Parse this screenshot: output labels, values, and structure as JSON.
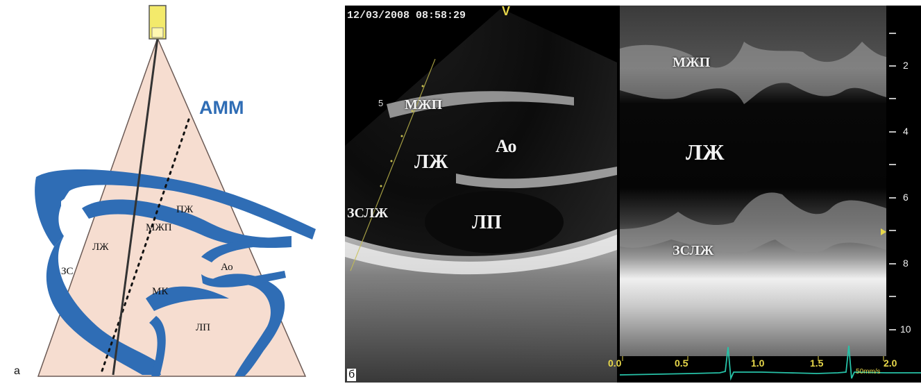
{
  "panel_a": {
    "letter": "а",
    "amm_label": "АММ",
    "labels": {
      "pzh": "ПЖ",
      "mzhp": "МЖП",
      "lzh": "ЛЖ",
      "zs": "ЗС",
      "ao": "Ао",
      "mk": "МК",
      "lp": "ЛП"
    },
    "colors": {
      "sector": "#f6ddd0",
      "heart": "#2f6db5",
      "amm": "#2f6db5",
      "transducer": "#f3ea6b"
    }
  },
  "panel_b": {
    "letter": "б",
    "timestamp": "12/03/2008 08:58:29",
    "v_marker": "V",
    "sector_scale_mark": "5",
    "two_d_labels": {
      "mzhp": "МЖП",
      "ao": "Ао",
      "lzh": "ЛЖ",
      "zslzh": "ЗСЛЖ",
      "lp": "ЛП"
    },
    "mmode_labels": {
      "mzhp": "МЖП",
      "lzh": "ЛЖ",
      "zslzh": "ЗСЛЖ"
    },
    "depth_ticks": [
      "2",
      "4",
      "6",
      "8",
      "10"
    ],
    "time_ticks": [
      "0.0",
      "0.5",
      "1.0",
      "1.5",
      "2.0"
    ],
    "sweep_speed": "50mm/s",
    "colors": {
      "ecg": "#27c2a8",
      "marker": "#e8d84a",
      "background": "#000000"
    }
  }
}
